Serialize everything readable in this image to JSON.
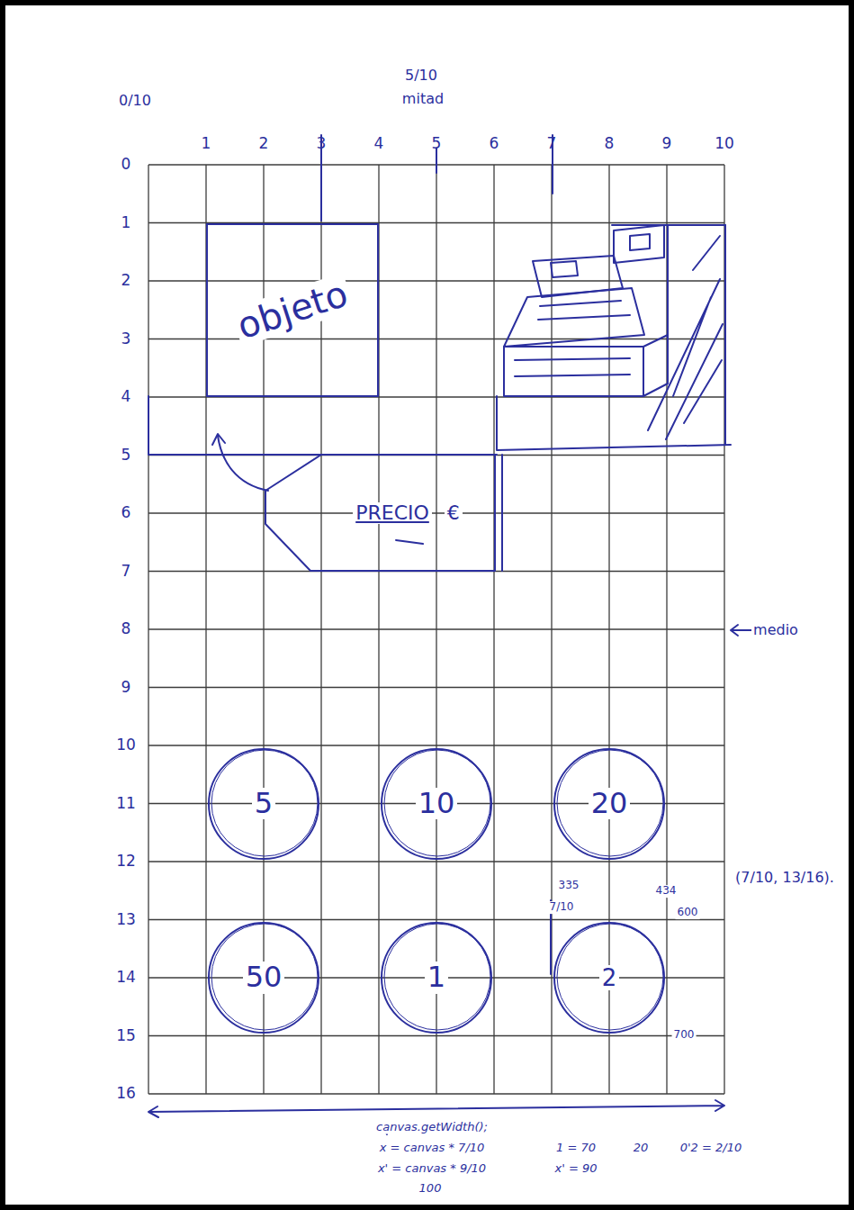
{
  "diagram": {
    "nodes": [
      {
        "text": [
          "objeto"
        ]
      },
      {
        "text": [
          "PRECIO",
          "€"
        ]
      },
      {
        "text": [
          "5"
        ]
      },
      {
        "text": [
          "10"
        ]
      },
      {
        "text": [
          "20"
        ]
      },
      {
        "text": [
          "50"
        ]
      },
      {
        "text": [
          "1"
        ]
      },
      {
        "text": [
          "2"
        ]
      }
    ],
    "labels": [
      "0/10",
      "5/10",
      "mitad",
      "1",
      "2",
      "3",
      "4",
      "5",
      "6",
      "7",
      "8",
      "9",
      "10",
      "0",
      "1",
      "2",
      "3",
      "4",
      "5",
      "6",
      "7",
      "8",
      "9",
      "10",
      "11",
      "12",
      "13",
      "14",
      "15",
      "16",
      "medio",
      "(7/10, 13/16).",
      "335",
      "7/10",
      "434",
      "600",
      "700",
      "canvas.getWidth();",
      "x = canvas * 7/10",
      "x' = canvas * 9/10",
      "100",
      "1 = 70",
      "x' = 90",
      "20",
      "0'2 = 2/10"
    ]
  }
}
